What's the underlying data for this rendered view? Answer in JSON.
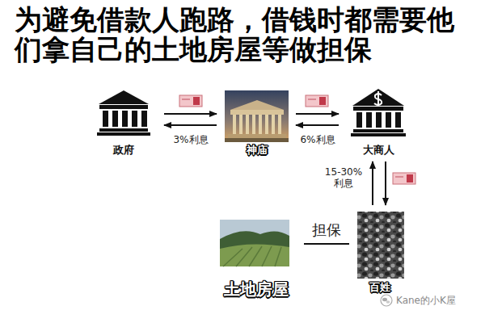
{
  "diagram": {
    "title": "为避免借款人跑路，借钱时都需要他们拿自己的土地房屋等做担保",
    "nodes": [
      {
        "text": [
          "政府"
        ]
      },
      {
        "text": [
          "神庙"
        ]
      },
      {
        "text": [
          "大商人"
        ]
      },
      {
        "text": [
          "土地房屋"
        ]
      },
      {
        "text": [
          "百姓"
        ]
      }
    ],
    "edges": [
      {
        "from": 0,
        "to": 1,
        "arrow": "to"
      },
      {
        "from": 1,
        "to": 0,
        "arrow": "to",
        "label": "3%利息"
      },
      {
        "from": 1,
        "to": 2,
        "arrow": "to"
      },
      {
        "from": 2,
        "to": 1,
        "arrow": "to",
        "label": "6%利息"
      },
      {
        "from": 4,
        "to": 2,
        "arrow": "to",
        "label": "15-30% 利息"
      },
      {
        "from": 2,
        "to": 4,
        "arrow": "to"
      },
      {
        "from": 3,
        "to": 4,
        "arrow": "none",
        "label": "担保"
      }
    ],
    "labels": [
      "Kane的小K屋"
    ]
  }
}
